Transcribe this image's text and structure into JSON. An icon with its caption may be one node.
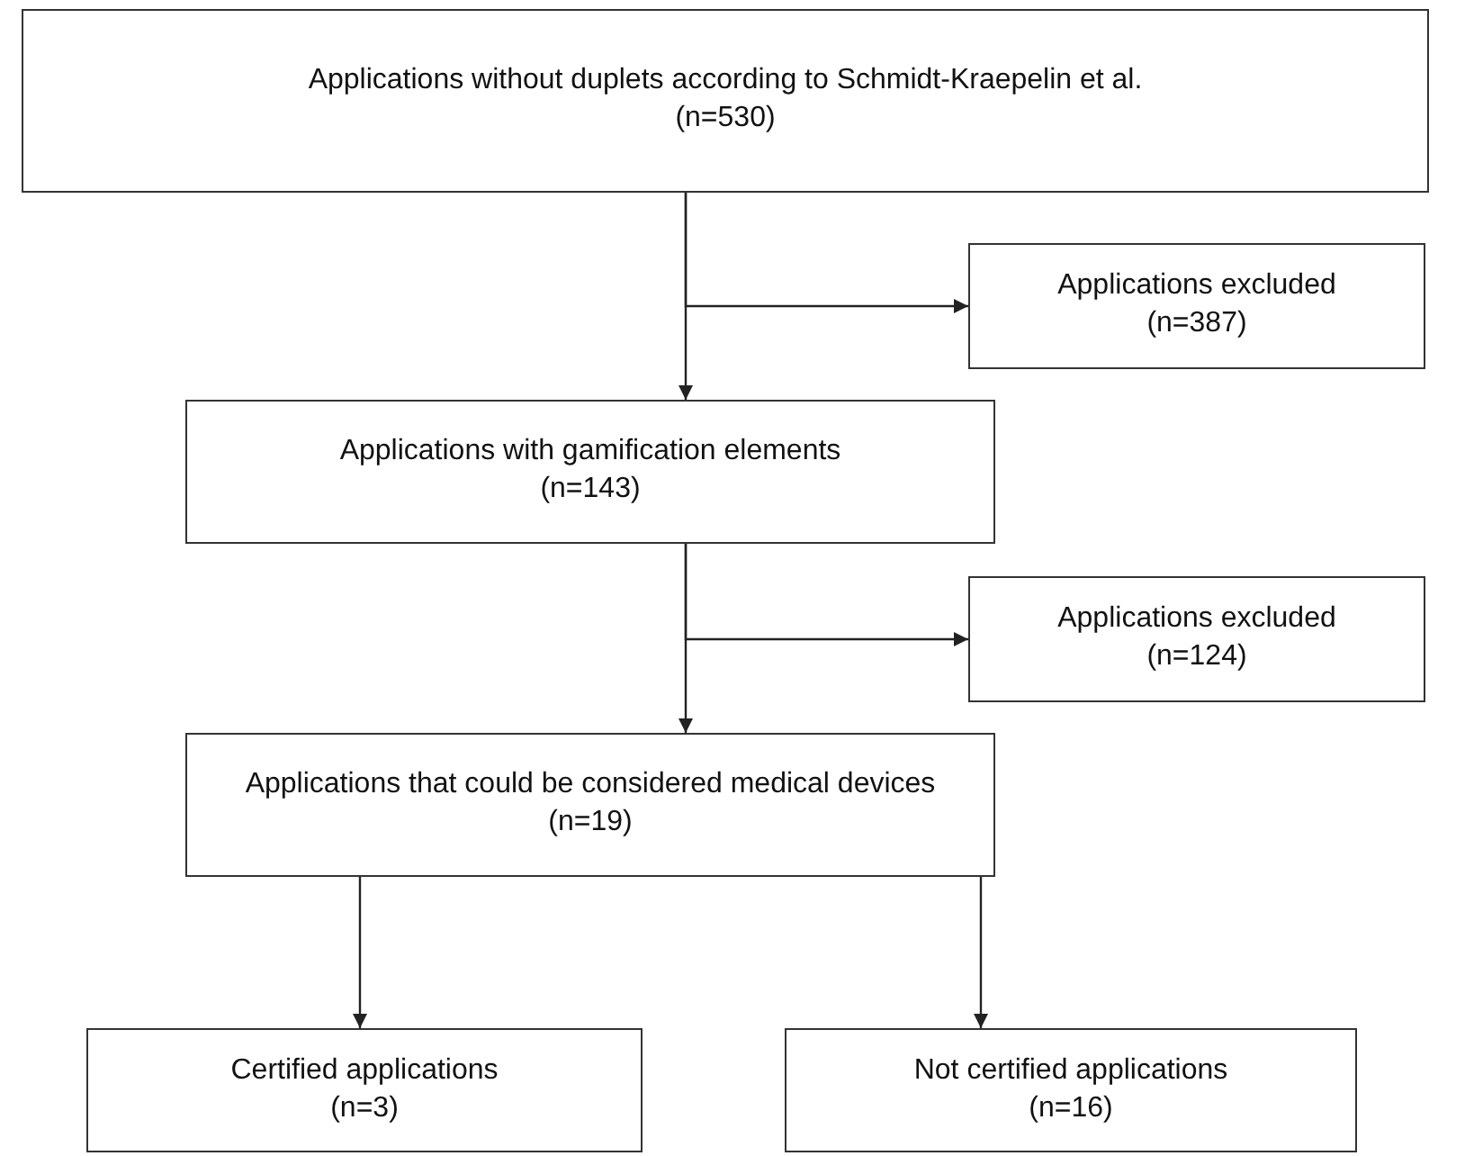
{
  "diagram": {
    "nodes": [
      {
        "text": [
          "Applications without duplets according to Schmidt-Kraepelin et al.",
          "(n=530)"
        ]
      },
      {
        "text": [
          "Applications excluded",
          "(n=387)"
        ]
      },
      {
        "text": [
          "Applications with gamification elements",
          "(n=143)"
        ]
      },
      {
        "text": [
          "Applications excluded",
          "(n=124)"
        ]
      },
      {
        "text": [
          "Applications that could be considered medical devices",
          "(n=19)"
        ]
      },
      {
        "text": [
          "Certified applications",
          "(n=3)"
        ]
      },
      {
        "text": [
          "Not certified applications",
          "(n=16)"
        ]
      }
    ],
    "edges": [
      {
        "from": 0,
        "to": 2,
        "arrow": "to"
      },
      {
        "from": 0,
        "to": 1,
        "arrow": "to"
      },
      {
        "from": 2,
        "to": 4,
        "arrow": "to"
      },
      {
        "from": 2,
        "to": 3,
        "arrow": "to"
      },
      {
        "from": 4,
        "to": 5,
        "arrow": "to"
      },
      {
        "from": 4,
        "to": 6,
        "arrow": "to"
      }
    ]
  }
}
